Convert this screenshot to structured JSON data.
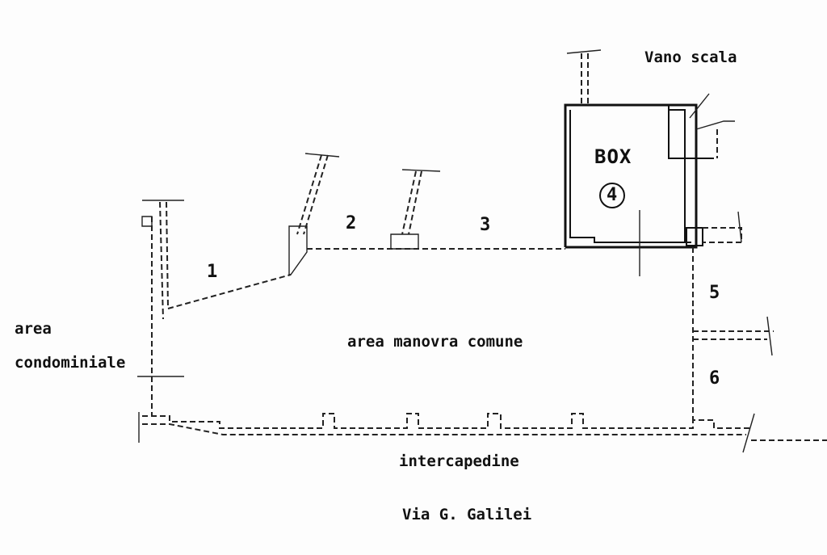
{
  "labels": {
    "vano_scala": "Vano scala",
    "box": "BOX",
    "box_number": "4",
    "unit_1": "1",
    "unit_2": "2",
    "unit_3": "3",
    "unit_5": "5",
    "unit_6": "6",
    "area_condominiale_line1": "area",
    "area_condominiale_line2": "condominiale",
    "area_manovra": "area manovra comune",
    "intercapedine": "intercapedine",
    "street": "Via G. Galilei"
  }
}
